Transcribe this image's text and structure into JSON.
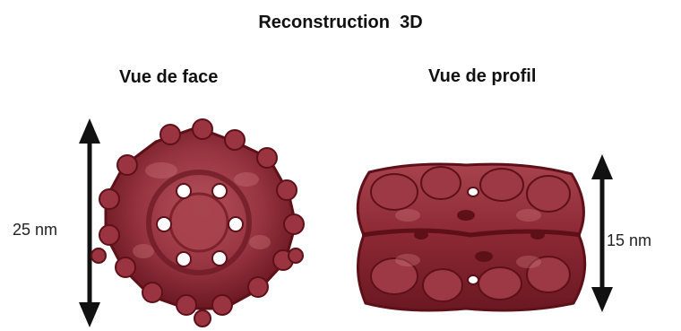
{
  "title": "Reconstruction  3D",
  "views": {
    "front": {
      "label": "Vue de face",
      "dimension": "25 nm"
    },
    "side": {
      "label": "Vue de profil",
      "dimension": "15 nm"
    }
  },
  "colors": {
    "particle": "#8e2a34",
    "particle_dark": "#5e1019",
    "particle_light": "#b4525b",
    "arrow": "#111111"
  }
}
